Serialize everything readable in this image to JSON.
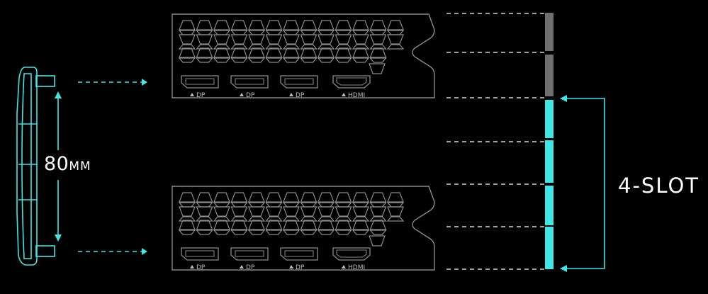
{
  "fan_spacing": {
    "value": "80",
    "unit": "MM"
  },
  "slot_label": "4-SLOT",
  "brackets": [
    {
      "id": "top",
      "ports": [
        "DP",
        "DP",
        "DP",
        "HDMI"
      ]
    },
    {
      "id": "bottom",
      "ports": [
        "DP",
        "DP",
        "DP",
        "HDMI"
      ]
    }
  ],
  "slots": [
    {
      "state": "inactive"
    },
    {
      "state": "inactive"
    },
    {
      "state": "active"
    },
    {
      "state": "active"
    },
    {
      "state": "active"
    },
    {
      "state": "active"
    }
  ],
  "colors": {
    "background": "#000000",
    "accent": "#3ee6e6",
    "line": "#ffffff",
    "bracket_stroke": "#8a8a8a",
    "inactive_slot": "#6e6e6e"
  }
}
